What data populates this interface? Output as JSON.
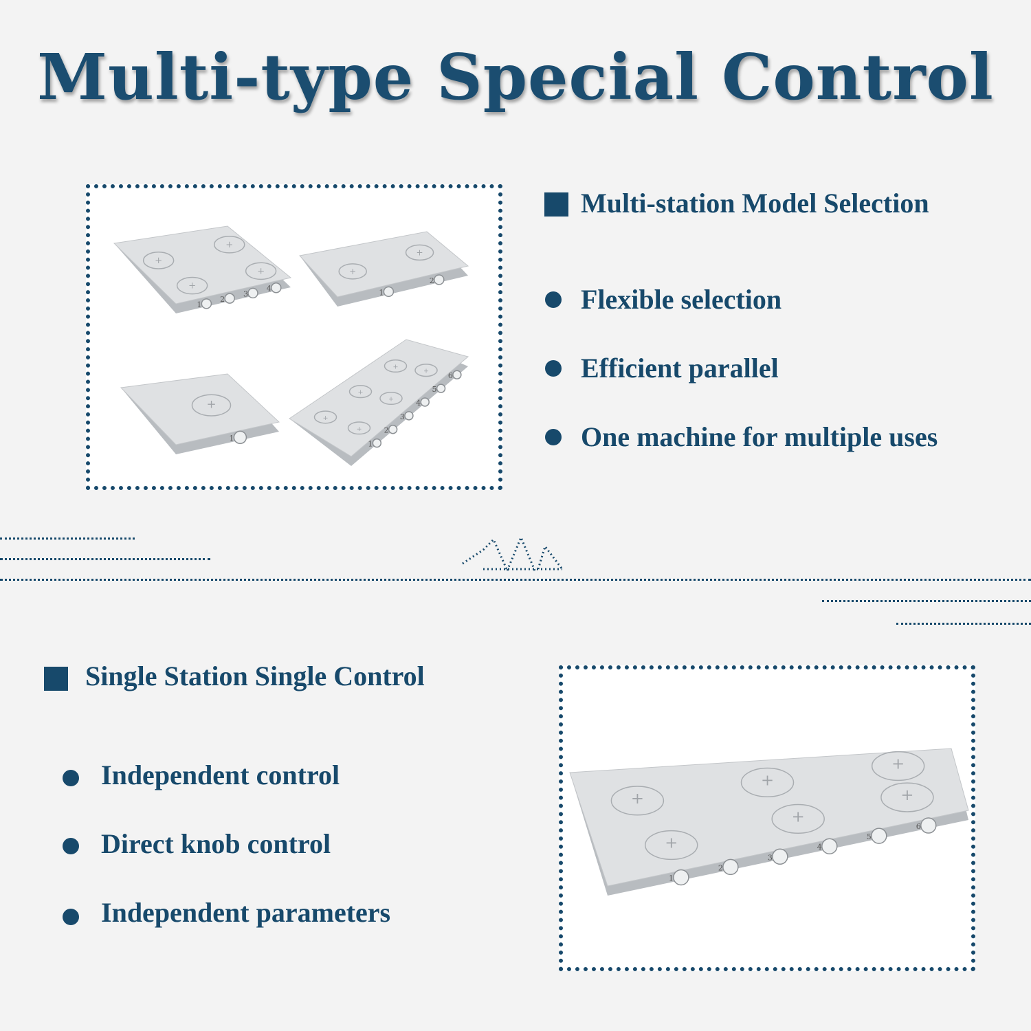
{
  "title": "Multi-type Special Control",
  "colors": {
    "accent": "#17496b",
    "background": "#f3f3f3"
  },
  "section_multi": {
    "heading": "Multi-station Model Selection",
    "bullets": [
      "Flexible selection",
      "Efficient parallel",
      "One machine for multiple uses"
    ],
    "product_images": [
      {
        "stations": 4,
        "knob_labels": [
          "1",
          "2",
          "3",
          "4"
        ]
      },
      {
        "stations": 2,
        "knob_labels": [
          "1",
          "2"
        ]
      },
      {
        "stations": 1,
        "knob_labels": [
          "1"
        ]
      },
      {
        "stations": 6,
        "knob_labels": [
          "1",
          "2",
          "3",
          "4",
          "5",
          "6"
        ]
      }
    ]
  },
  "section_single": {
    "heading": "Single Station Single Control",
    "bullets": [
      "Independent control",
      "Direct knob control",
      "Independent parameters"
    ],
    "product_image": {
      "stations": 6,
      "knob_labels": [
        "1",
        "2",
        "3",
        "4",
        "5",
        "6"
      ]
    }
  }
}
